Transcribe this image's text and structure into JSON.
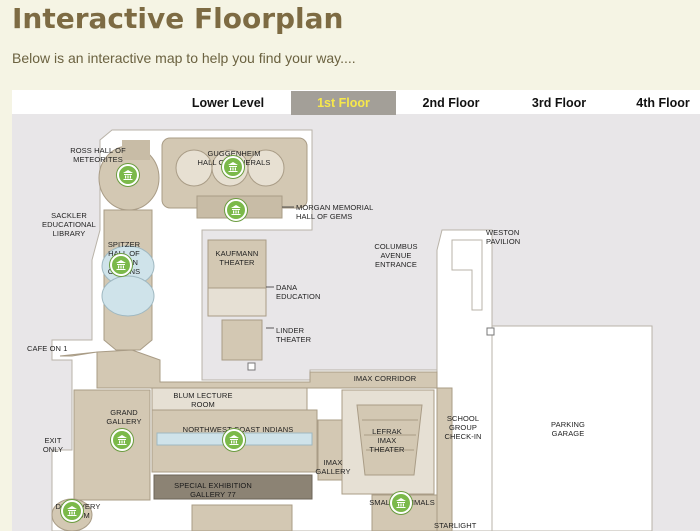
{
  "page": {
    "title": "Interactive Floorplan",
    "subtitle": "Below is an interactive map to help you find your way...."
  },
  "floor_tabs": [
    {
      "label": "Lower Level",
      "active": false
    },
    {
      "label": "1st Floor",
      "active": true
    },
    {
      "label": "2nd Floor",
      "active": false
    },
    {
      "label": "3rd Floor",
      "active": false
    },
    {
      "label": "4th Floor",
      "active": false
    }
  ],
  "colors": {
    "title": "#7d6b43",
    "page_background": "#f5f4e4",
    "map_background": "#e8e6e8",
    "building_fill": "#ffffff",
    "room_fill": "#d3c8b3",
    "active_tab_bg": "#a39f98",
    "active_tab_text": "#f7e84a",
    "pin": "#7bb94a"
  },
  "map": {
    "labels": {
      "ross_hall": "Ross Hall of\nMeteorites",
      "guggenheim_hall": "Guggenheim\nHall of Minerals",
      "morgan_hall": "Morgan Memorial\nHall of Gems",
      "sackler_library": "Sackler\nEducational\nLibrary",
      "spitzer_hall": "Spitzer\nHall of\nHuman\nOrigins",
      "kaufmann_theater": "Kaufmann\nTheater",
      "dana_education": "Dana\nEducation",
      "linder_theater": "Linder\nTheater",
      "columbus_entrance": "Columbus\nAvenue\nEntrance",
      "weston_pavilion": "Weston\nPavilion",
      "cafe": "Cafe on 1",
      "imax_corridor": "IMAX Corridor",
      "blum_lecture": "Blum Lecture\nRoom",
      "grand_gallery": "Grand\nGallery",
      "northwest_coast": "Northwest Coast Indians",
      "exit_only": "Exit\nOnly",
      "lefrak_imax": "Lefrak\nIMAX\nTheater",
      "school_group": "School\nGroup\nCheck-in",
      "parking_garage": "Parking\nGarage",
      "imax_gallery": "IMAX\nGallery",
      "special_exhibition": "Special Exhibition\nGallery 77",
      "discovery_room": "Discovery\nRoom",
      "small_mammals": "Small Mammals",
      "starlight": "Starlight"
    },
    "exhibit_pin_icon": "museum-building-icon"
  }
}
